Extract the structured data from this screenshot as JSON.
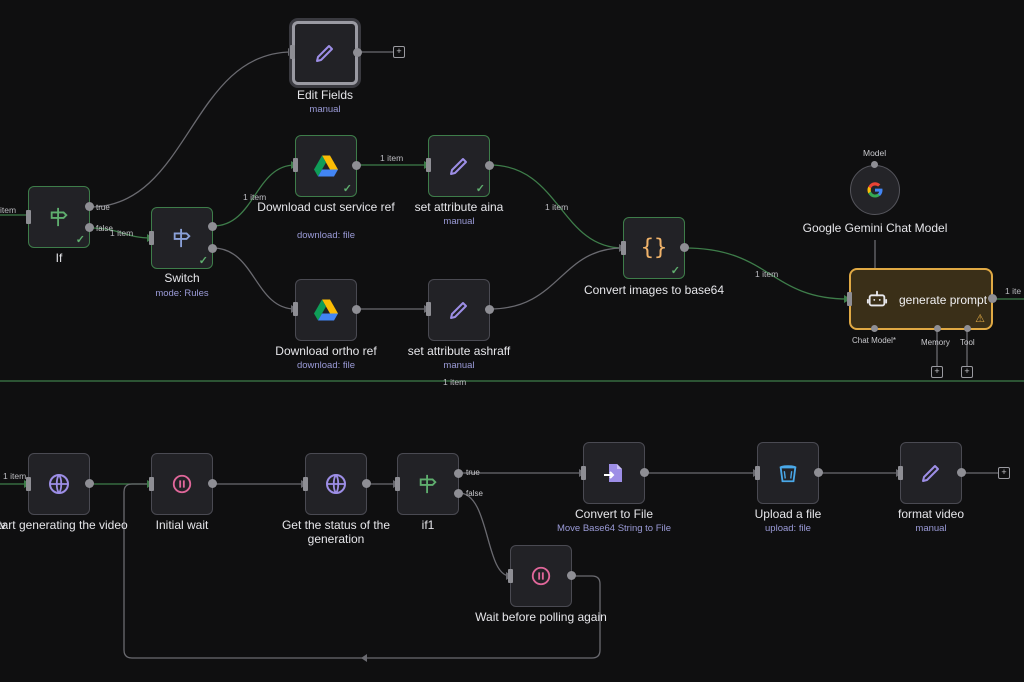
{
  "colors": {
    "canvas": "#0f0f10",
    "node_bg": "#222226",
    "wire": "#6a6a70",
    "success": "#3e7d4a",
    "warning": "#e0a944",
    "subtitle": "#9b9bd8"
  },
  "nodes": {
    "if": {
      "name": "If",
      "outputs": [
        "true",
        "false"
      ],
      "icon": "signpost-icon"
    },
    "edit_fields": {
      "name": "Edit Fields",
      "subtitle": "manual",
      "icon": "pencil-icon"
    },
    "switch": {
      "name": "Switch",
      "subtitle": "mode: Rules",
      "icon": "signpost-icon"
    },
    "download_cust": {
      "name": "Download cust service ref",
      "subtitle": "download: file",
      "icon": "google-drive-icon"
    },
    "set_aina": {
      "name": "set attribute aina",
      "subtitle": "manual",
      "icon": "pencil-icon"
    },
    "download_ortho": {
      "name": "Download ortho ref",
      "subtitle": "download: file",
      "icon": "google-drive-icon"
    },
    "set_ashraff": {
      "name": "set attribute ashraff",
      "subtitle": "manual",
      "icon": "pencil-icon"
    },
    "convert_images": {
      "name": "Convert images to base64",
      "icon": "code-braces-icon"
    },
    "gemini": {
      "name": "Google Gemini Chat Model",
      "port_label": "Model",
      "icon": "google-icon"
    },
    "generate_prompt": {
      "name": "generate prompt",
      "ports": [
        "Chat Model",
        "Memory",
        "Tool"
      ],
      "icon": "robot-icon"
    },
    "start_video": {
      "name": "Start generating the video",
      "icon": "globe-icon"
    },
    "initial_wait": {
      "name": "Initial wait",
      "icon": "pause-icon"
    },
    "get_status": {
      "name": "Get the status of the generation",
      "icon": "globe-icon"
    },
    "if1": {
      "name": "if1",
      "outputs": [
        "true",
        "false"
      ],
      "icon": "signpost-icon"
    },
    "convert_file": {
      "name": "Convert to File",
      "subtitle": "Move Base64 String to File",
      "icon": "file-import-icon"
    },
    "upload": {
      "name": "Upload a file",
      "subtitle": "upload: file",
      "icon": "bucket-icon"
    },
    "format_video": {
      "name": "format video",
      "subtitle": "manual",
      "icon": "pencil-icon"
    },
    "wait_polling": {
      "name": "Wait before polling again",
      "icon": "pause-icon"
    }
  },
  "connections": {
    "item_label": "1 item",
    "trunc_left_item": "item",
    "trunc_left_v": "v",
    "trunc_right_item": "1 ite"
  },
  "labels": {
    "chat_model_required": "Chat Model*"
  }
}
